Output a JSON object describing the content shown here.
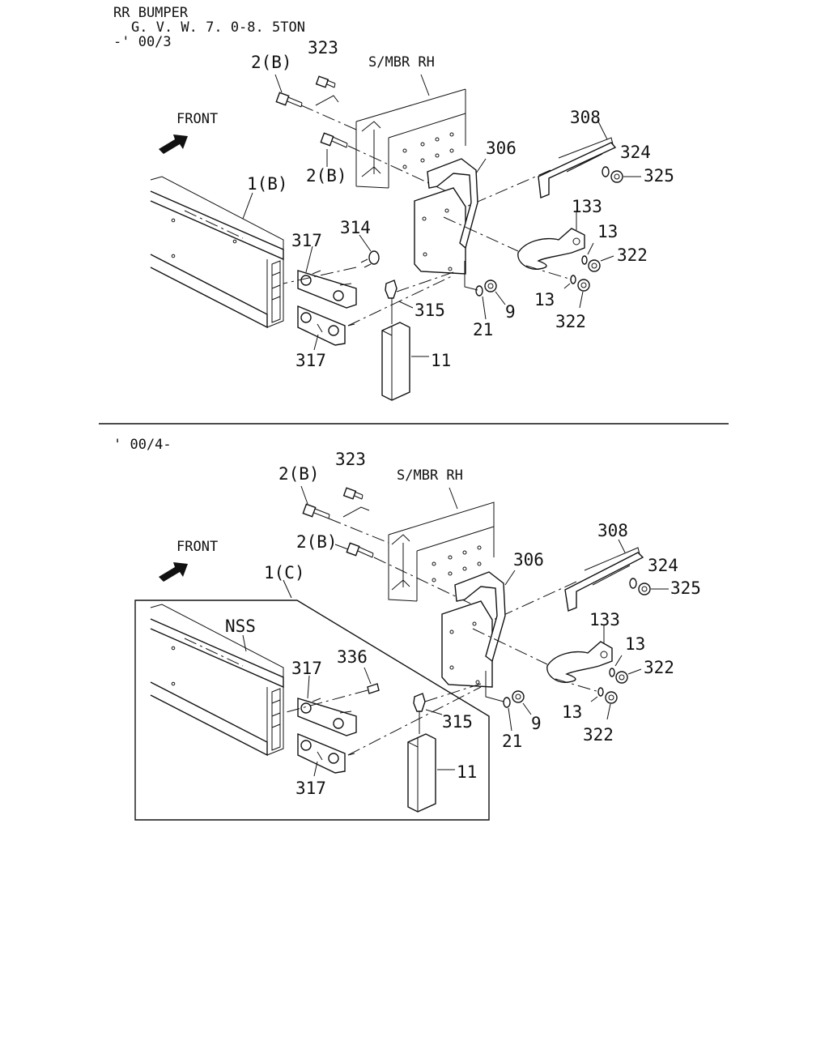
{
  "header": {
    "title": "RR BUMPER",
    "spec": "G. V. W. 7. 0-8. 5TON",
    "range_top": "-' 00/3",
    "range_bottom": "' 00/4-"
  },
  "colors": {
    "ink": "#111111",
    "paper": "#ffffff"
  },
  "top": {
    "front": "FRONT",
    "frame": "S/MBR  RH",
    "labels": {
      "bolt_2b_a": "2(B)",
      "bolt_2b_b": "2(B)",
      "p323": "323",
      "p308": "308",
      "p324": "324",
      "p325": "325",
      "p306": "306",
      "p1b": "1(B)",
      "p133": "133",
      "p13a": "13",
      "p322a": "322",
      "p13b": "13",
      "p322b": "322",
      "p317a": "317",
      "p314": "314",
      "p315": "315",
      "p9": "9",
      "p21": "21",
      "p317b": "317",
      "p11": "11"
    }
  },
  "bottom": {
    "front": "FRONT",
    "frame": "S/MBR  RH",
    "labels": {
      "bolt_2b_a": "2(B)",
      "bolt_2b_b": "2(B)",
      "p323": "323",
      "p308": "308",
      "p324": "324",
      "p325": "325",
      "p306": "306",
      "p1c": "1(C)",
      "nss": "NSS",
      "p133": "133",
      "p13a": "13",
      "p322a": "322",
      "p13b": "13",
      "p322b": "322",
      "p317a": "317",
      "p336": "336",
      "p315": "315",
      "p9": "9",
      "p21": "21",
      "p317b": "317",
      "p11": "11"
    }
  }
}
